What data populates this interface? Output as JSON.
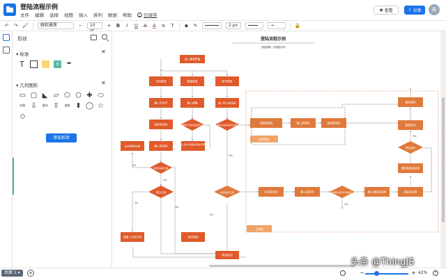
{
  "header": {
    "title": "登陆流程示例",
    "menu": [
      "文件",
      "编辑",
      "选择",
      "视图",
      "插入",
      "排列",
      "数据",
      "帮助"
    ],
    "saved": "已保存",
    "view_label": "查看",
    "share_label": "分享",
    "avatar": "朱"
  },
  "toolbar": {
    "undo": "↶",
    "redo": "↷",
    "format_painter": "🖌",
    "font": "微软雅黑",
    "font_size": "10 pt",
    "font_minus": "−",
    "font_plus": "+",
    "bold": "B",
    "italic": "I",
    "underline": "U",
    "strike": "A",
    "text_color": "A",
    "align": "≡",
    "text_extra": "T",
    "fill": "◆",
    "line_color": "✎",
    "line_width": "2 px",
    "arrow": "→",
    "lock": "🔒"
  },
  "panel": {
    "title": "形状",
    "section_standard": "标准",
    "section_geometry": "几何图形",
    "more_shapes": "添加形状",
    "close": "✕",
    "std_text": "T"
  },
  "geometry_shapes": [
    [
      "▭",
      "▢",
      "◣",
      "▱",
      "⬠",
      "⬡",
      "✚",
      "⬭"
    ],
    [
      "⇨",
      "⇩",
      "⇦",
      "⇧",
      "⬄",
      "⬍",
      "◯",
      "☆"
    ],
    [
      "◇"
    ]
  ],
  "diagram": {
    "title": "登陆流程示例",
    "subtitle": "流程图解 | 流程图示例",
    "accent": "#e05a2b",
    "decision": "#e0793c",
    "group_label_1": "主流程",
    "group_label_2": "找回密码",
    "process_nodes": [
      "进入登录界面",
      "手机登录",
      "邮箱登录",
      "账号登录",
      "输入手机号",
      "输入邮箱",
      "输入用户名和密码",
      "获取验证码",
      "输入验证码",
      "发送验证码",
      "未注册跳转注册",
      "输入用户名和验证码进行登录",
      "修改密码",
      "输入新密码",
      "输入验证码",
      "登录成功",
      "请输入手机号码",
      "输入短信验证码",
      "设置新密码",
      "获取验证码",
      "重新获取验证码",
      "返回登录页",
      "登录成功",
      "返回首页"
    ],
    "decision_nodes": [
      "验证码是否正确",
      "是否注册",
      "判断用户名和密码是否正确",
      "用户名和密码是否正确",
      "验证码是否正确",
      "判断用户账号是否被锁定",
      "是否锁定"
    ],
    "edge_labels": [
      "Yes",
      "No",
      "Yes",
      "No",
      "Yes",
      "No",
      "Yes",
      "Yes"
    ]
  },
  "bottom": {
    "page": "页面 1",
    "add": "+",
    "zoom_minus": "−",
    "zoom_plus": "+",
    "zoom": "42%",
    "help": "?"
  },
  "watermark": "头条 @ThingJS"
}
